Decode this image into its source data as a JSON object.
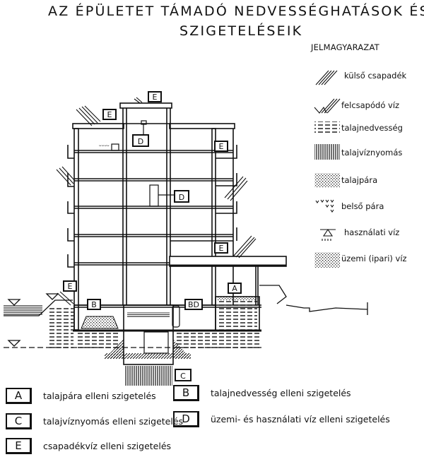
{
  "title": {
    "line1": "AZ ÉPÜLETET TÁMADÓ NEDVESSÉGHATÁSOK ÉS",
    "line2": "SZIGETELÉSEIK"
  },
  "legend": {
    "heading": "JELMAGYARAZAT",
    "items": [
      {
        "icon": "external-precipitation-icon",
        "label": "külső csapadék"
      },
      {
        "icon": "splash-water-icon",
        "label": "felcsapódó víz"
      },
      {
        "icon": "soil-moisture-icon",
        "label": "talajnedvesség"
      },
      {
        "icon": "groundwater-pressure-icon",
        "label": "talajvíznyomás"
      },
      {
        "icon": "soil-vapour-icon",
        "label": "talajpára"
      },
      {
        "icon": "interior-vapour-icon",
        "label": "belső pára"
      },
      {
        "icon": "utility-water-icon",
        "label": "használati víz"
      },
      {
        "icon": "industrial-water-icon",
        "label": "üzemi (ipari) víz"
      }
    ]
  },
  "diagram": {
    "labels": {
      "roof_e": "E",
      "top_left_e": "E",
      "right_e": "E",
      "canopy_e": "E",
      "ground_left_e": "E",
      "d_top": "D",
      "d_mid": "D",
      "a": "A",
      "b": "B",
      "bd": "BD",
      "c": "C"
    }
  },
  "key": [
    {
      "letter": "A",
      "text": "talajpára elleni szigetelés"
    },
    {
      "letter": "B",
      "text": "talajnedvesség elleni szigetelés"
    },
    {
      "letter": "C",
      "text": "talajvíznyomás elleni szigetelés"
    },
    {
      "letter": "D",
      "text": "üzemi- és használati víz elleni szigetelés"
    },
    {
      "letter": "E",
      "text": "csapadékvíz elleni szigetelés"
    }
  ]
}
